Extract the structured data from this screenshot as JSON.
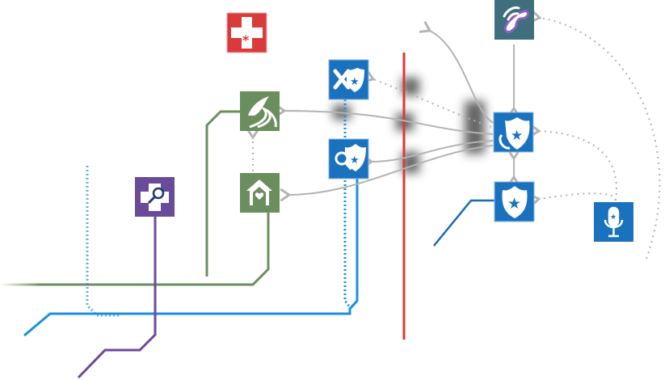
{
  "colors": {
    "emergency_red": "#d93a3a",
    "police_blue": "#1a72bf",
    "transit_blue": "#1a8fe0",
    "community_green": "#6b8e5e",
    "medical_purple": "#6a4b9a",
    "phone_teal": "#3f6f7c",
    "arrow_gray": "#b3b3b3"
  },
  "nodes": [
    {
      "id": "emergency-medical",
      "icon": "medical-cross-icon"
    },
    {
      "id": "phone-call",
      "icon": "phone-call-icon"
    },
    {
      "id": "police-forensics",
      "icon": "police-bone-icon"
    },
    {
      "id": "agriculture",
      "icon": "leaf-field-icon"
    },
    {
      "id": "police-dispatch",
      "icon": "police-phone-icon"
    },
    {
      "id": "police-investigation",
      "icon": "police-search-icon"
    },
    {
      "id": "community-care",
      "icon": "home-heart-icon"
    },
    {
      "id": "police",
      "icon": "police-badge-icon"
    },
    {
      "id": "medical-examiner",
      "icon": "medical-search-icon"
    },
    {
      "id": "broadcast",
      "icon": "microphone-icon"
    }
  ]
}
